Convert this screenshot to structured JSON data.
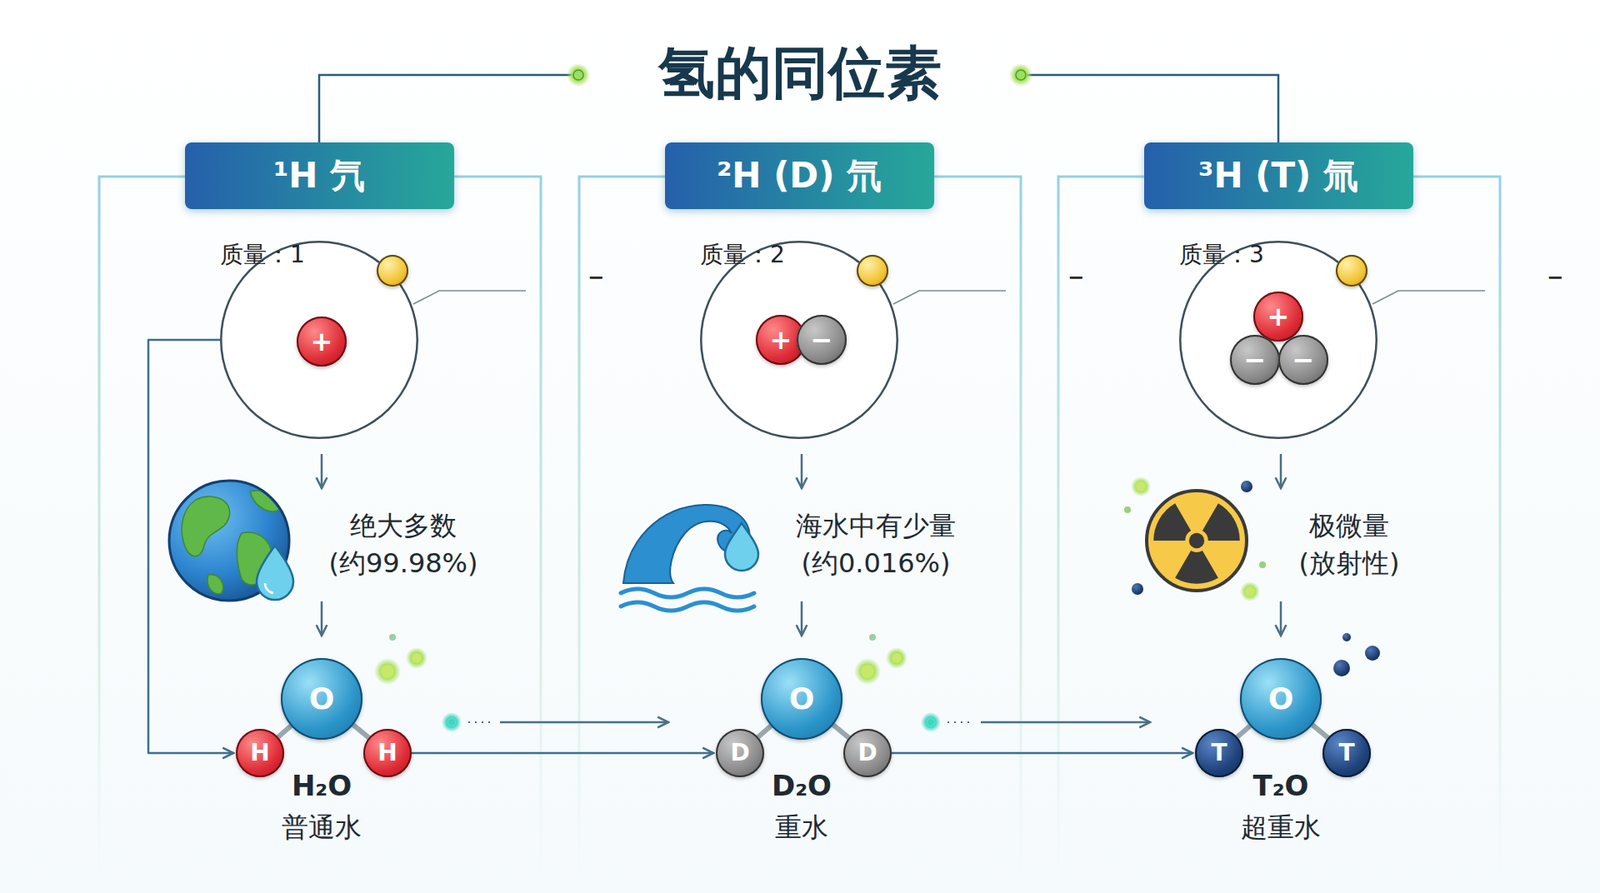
{
  "diagram": {
    "title": "氢的同位素",
    "nodes": [
      {
        "text": [
          "¹H 氕"
        ]
      },
      {
        "text": [
          "²H (D) 氘"
        ]
      },
      {
        "text": [
          "³H (T) 氚"
        ]
      },
      {
        "text": [
          "质量：1"
        ]
      },
      {
        "text": [
          "−"
        ],
        "in": 3
      },
      {
        "text": [
          "+"
        ],
        "in": 3
      },
      {
        "text": [
          "质量：2"
        ]
      },
      {
        "text": [
          "−"
        ],
        "in": 6
      },
      {
        "text": [
          "+"
        ],
        "in": 6
      },
      {
        "text": [
          "−"
        ],
        "in": 6
      },
      {
        "text": [
          "质量：3"
        ]
      },
      {
        "text": [
          "−"
        ],
        "in": 10
      },
      {
        "text": [
          "+"
        ],
        "in": 10
      },
      {
        "text": [
          "−"
        ],
        "in": 10
      },
      {
        "text": [
          "−"
        ],
        "in": 10
      },
      {
        "text": [
          "O"
        ]
      },
      {
        "text": [
          "H"
        ]
      },
      {
        "text": [
          "H"
        ]
      },
      {
        "text": [
          "O"
        ]
      },
      {
        "text": [
          "D"
        ]
      },
      {
        "text": [
          "D"
        ]
      },
      {
        "text": [
          "O"
        ]
      },
      {
        "text": [
          "T"
        ]
      },
      {
        "text": [
          "T"
        ]
      }
    ],
    "edges": [
      {
        "from": 15,
        "to": 16,
        "arrow": "none"
      },
      {
        "from": 15,
        "to": 17,
        "arrow": "none"
      },
      {
        "from": 18,
        "to": 19,
        "arrow": "none"
      },
      {
        "from": 18,
        "to": 20,
        "arrow": "none"
      },
      {
        "from": 21,
        "to": 22,
        "arrow": "none"
      },
      {
        "from": 21,
        "to": 23,
        "arrow": "none"
      },
      {
        "from": 3,
        "to": 16,
        "arrow": "to"
      },
      {
        "from": 17,
        "to": 19,
        "arrow": "to"
      },
      {
        "from": 20,
        "to": 22,
        "arrow": "to"
      }
    ],
    "labels": [
      "绝大多数",
      "(约99.98%)",
      "海水中有少量",
      "(约0.016%)",
      "极微量",
      "(放射性)",
      "H₂O",
      "普通水",
      "D₂O",
      "重水",
      "T₂O",
      "超重水"
    ]
  }
}
